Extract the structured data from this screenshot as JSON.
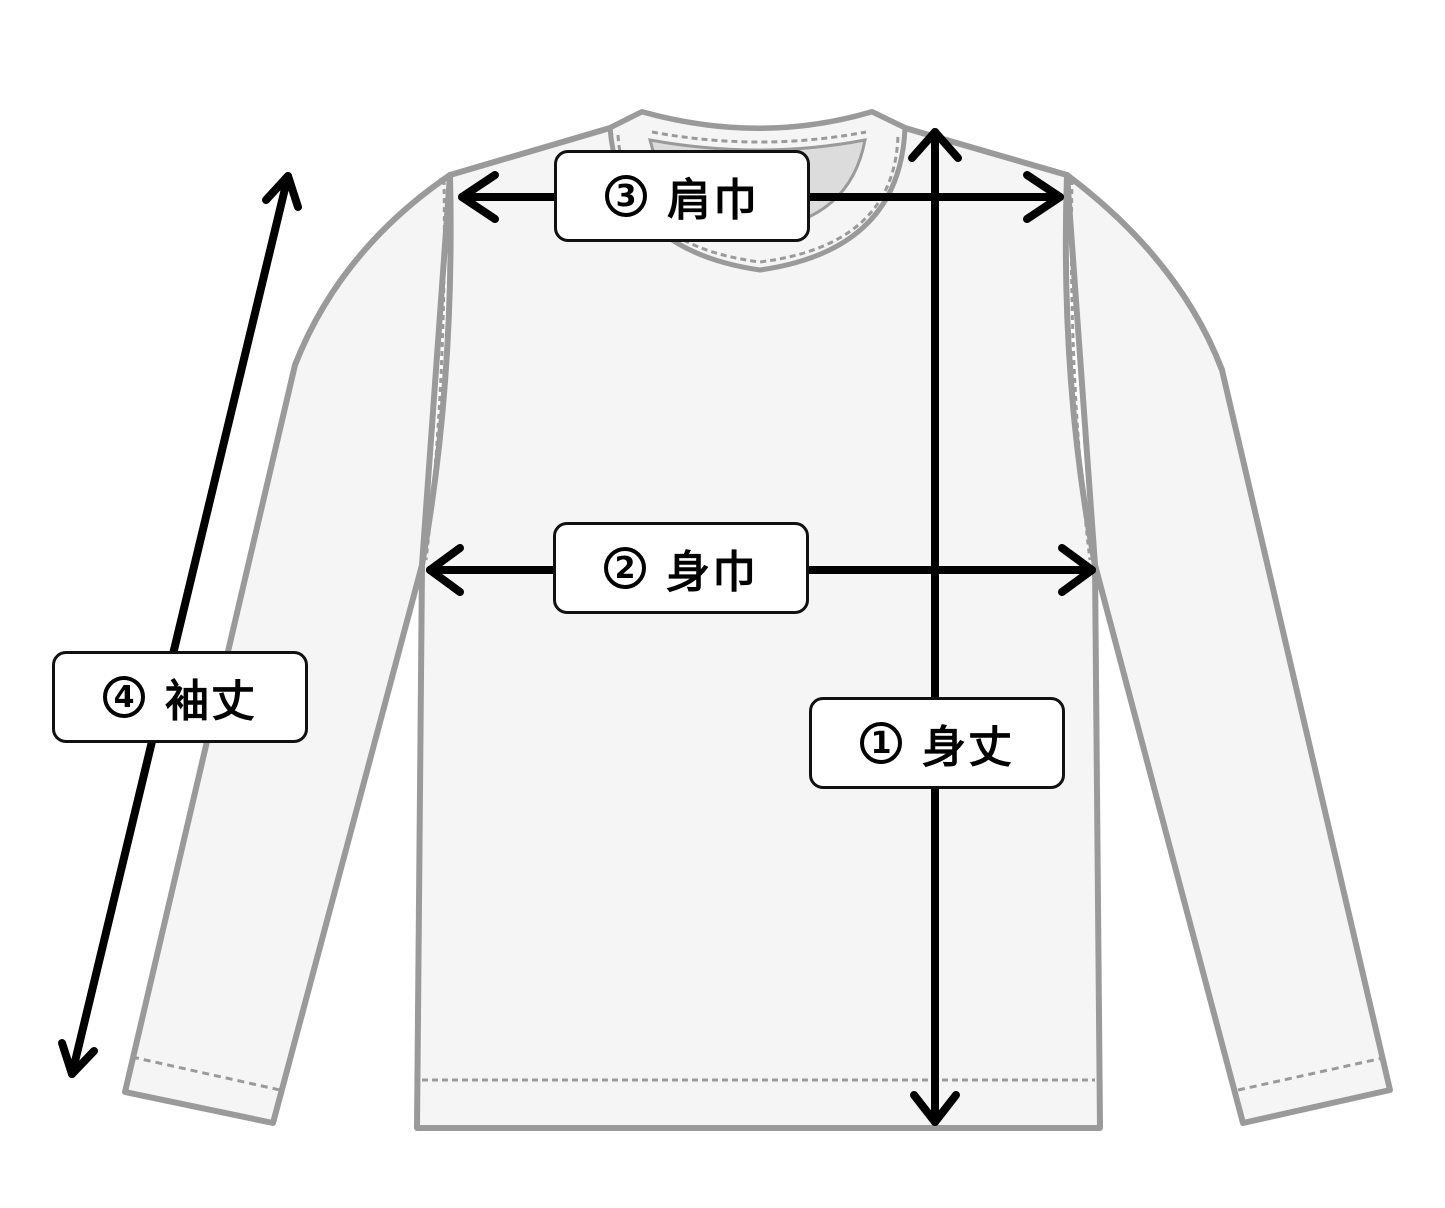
{
  "diagram": {
    "type": "garment-size-guide",
    "garment": "long-sleeve-t-shirt",
    "colors": {
      "garment_fill": "#f5f5f5",
      "garment_outline": "#9a9a9a",
      "collar_inner": "#dcdcdc",
      "arrow": "#000000",
      "label_bg": "#ffffff",
      "label_border": "#111111"
    },
    "measurements": [
      {
        "id": "body_length",
        "number": "1",
        "label": "身丈",
        "orientation": "vertical"
      },
      {
        "id": "body_width",
        "number": "2",
        "label": "身巾",
        "orientation": "horizontal"
      },
      {
        "id": "shoulder_width",
        "number": "3",
        "label": "肩巾",
        "orientation": "horizontal"
      },
      {
        "id": "sleeve_length",
        "number": "4",
        "label": "袖丈",
        "orientation": "diagonal"
      }
    ]
  }
}
